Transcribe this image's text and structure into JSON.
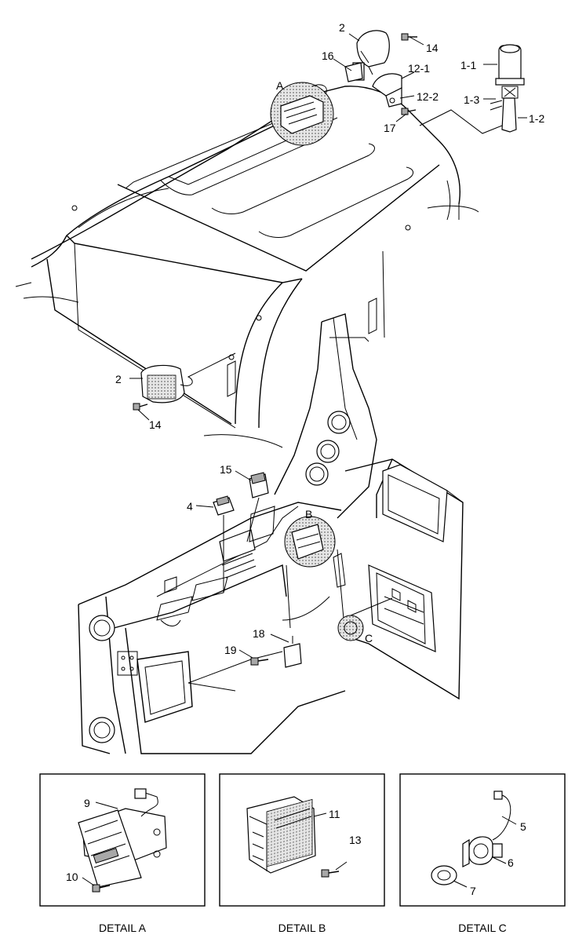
{
  "parts": {
    "p_2_top": "2",
    "p_14_top": "14",
    "p_16": "16",
    "p_12_1": "12-1",
    "p_12_2": "12-2",
    "p_17": "17",
    "p_1_1": "1-1",
    "p_1_3": "1-3",
    "p_1_2": "1-2",
    "p_2_left": "2",
    "p_14_left": "14",
    "p_15": "15",
    "p_4": "4",
    "p_18": "18",
    "p_19": "19"
  },
  "callouts": {
    "a": "A",
    "b": "B",
    "c": "C"
  },
  "details": {
    "a": {
      "caption": "DETAIL A",
      "labels": {
        "p9": "9",
        "p10": "10"
      }
    },
    "b": {
      "caption": "DETAIL B",
      "labels": {
        "p11": "11",
        "p13": "13"
      }
    },
    "c": {
      "caption": "DETAIL C",
      "labels": {
        "p5": "5",
        "p6": "6",
        "p7": "7"
      }
    }
  },
  "colors": {
    "line": "#000000",
    "dot_pattern": "#bdbdbd",
    "background": "#ffffff"
  }
}
